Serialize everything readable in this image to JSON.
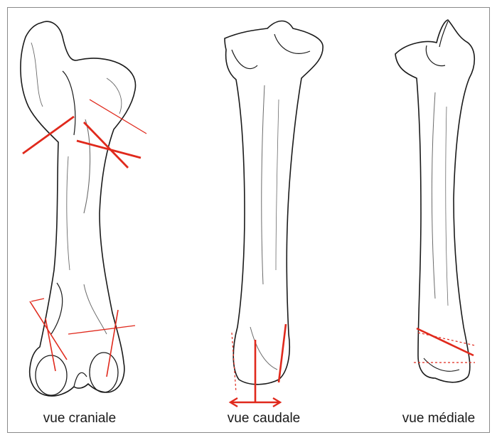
{
  "figure": {
    "captions": [
      {
        "id": "cap1",
        "text": "vue craniale"
      },
      {
        "id": "cap2",
        "text": "vue caudale"
      },
      {
        "id": "cap3",
        "text": "vue médiale"
      }
    ]
  },
  "colors": {
    "outline": "#1a1a1a",
    "shading": "#6b6b6b",
    "measure_line": "#e0291c",
    "frame": "#8a8a8a"
  }
}
